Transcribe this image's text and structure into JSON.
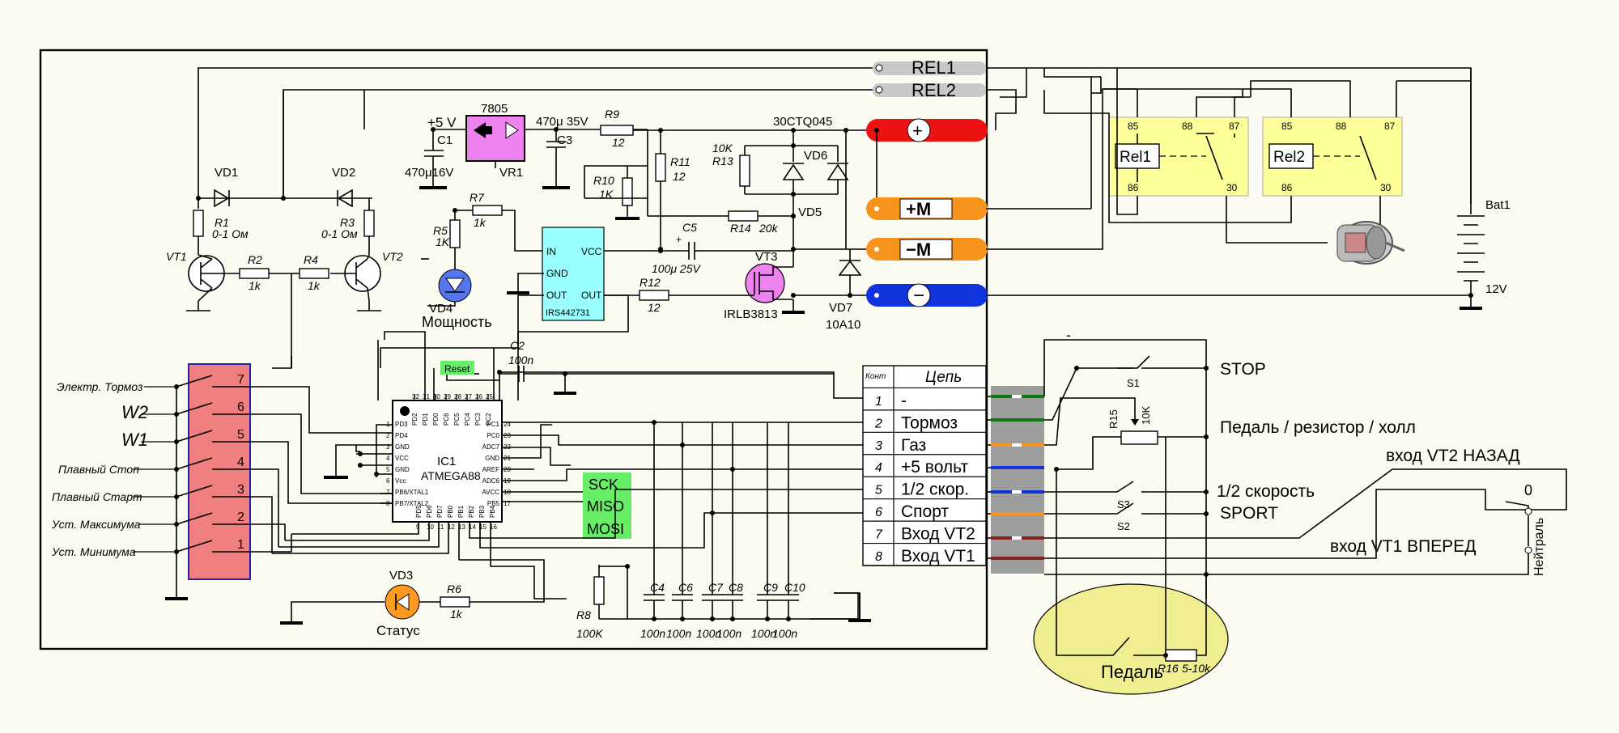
{
  "components": {
    "rel1_label": "REL1",
    "rel2_label": "REL2",
    "plus": "+",
    "plus_m": "+M",
    "minus_m": "−M",
    "minus": "−",
    "vd1": "VD1",
    "vd2": "VD2",
    "vt1": "VT1",
    "vt2": "VT2",
    "r1": "R1",
    "r1_val": "0-1 Ом",
    "r3": "R3",
    "r3_val": "0-1 Ом",
    "r2": "R2",
    "r2_val": "1k",
    "r4": "R4",
    "r4_val": "1k",
    "plus5v": "+5 V",
    "c1": "C1",
    "c1_val": "470μ16V",
    "reg_name": "7805",
    "vr1": "VR1",
    "c3_val": "470μ 35V",
    "c3": "C3",
    "r9": "R9",
    "r9_val": "12",
    "r11": "R11",
    "r11_val": "12",
    "diode_name": "30CTQ045",
    "r13": "R13",
    "r13_val": "10K",
    "vd6": "VD6",
    "vd5": "VD5",
    "r10": "R10",
    "r10_val": "1K",
    "r7": "R7",
    "r7_val": "1k",
    "r5": "R5",
    "r5_val": "1K",
    "drv_in": "IN",
    "drv_vcc": "VCC",
    "drv_gnd": "GND",
    "drv_out1": "OUT",
    "drv_out2": "OUT",
    "drv_name": "IRS442731",
    "c5": "C5",
    "c5_val": "100μ 25V",
    "r14": "R14",
    "r14_val": "20k",
    "vt3": "VT3",
    "vt3_name": "IRLB3813",
    "r12": "R12",
    "r12_val": "12",
    "vd7": "VD7",
    "vd7_val": "10A10",
    "vd4": "VD4",
    "vd4_label": "Мощность",
    "c2": "C2",
    "c2_val": "100n",
    "reset": "Reset",
    "ic1": "IC1",
    "ic1_name": "ATMEGA88",
    "sck": "SCK",
    "miso": "MISO",
    "mosi": "MOSI",
    "vd3": "VD3",
    "vd3_label": "Статус",
    "r6": "R6",
    "r6_val": "1k",
    "r8": "R8",
    "r8_val": "100K",
    "c4": "C4",
    "c6": "C6",
    "c7": "C7",
    "c8": "C8",
    "c9": "C9",
    "c10": "C10",
    "cap_val": "100n",
    "rel1": "Rel1",
    "rel2": "Rel2",
    "pin85": "85",
    "pin86": "86",
    "pin87": "87",
    "pin88": "88",
    "pin30": "30",
    "bat": "Bat1",
    "bat_v": "12V"
  },
  "ic_pins": {
    "top": [
      "PD2",
      "PD1",
      "PD0",
      "PC6",
      "PC5",
      "PC4",
      "PC3",
      "PC2"
    ],
    "top_nums": [
      "32",
      "31",
      "30",
      "29",
      "28",
      "27",
      "26",
      "25"
    ],
    "left": [
      "PD3",
      "PD4",
      "GND",
      "VCC",
      "GND",
      "Vcc",
      "PB6/XTAL1",
      "PB7/XTAL2"
    ],
    "left_nums": [
      "1",
      "2",
      "3",
      "4",
      "5",
      "6",
      "7",
      "8"
    ],
    "right": [
      "PC1",
      "PC0",
      "ADC7",
      "GND",
      "AREF",
      "ADC6",
      "AVCC",
      "PB5"
    ],
    "right_nums": [
      "24",
      "23",
      "22",
      "21",
      "20",
      "19",
      "18",
      "17"
    ],
    "bottom": [
      "PD5",
      "PD6",
      "PD7",
      "PB0",
      "PB1",
      "PB2",
      "PB3",
      "PB4"
    ],
    "bottom_nums": [
      "9",
      "10",
      "11",
      "12",
      "13",
      "14",
      "15",
      "16"
    ]
  },
  "connector_left": {
    "pins": [
      "7",
      "6",
      "5",
      "4",
      "3",
      "2",
      "1"
    ],
    "labels": [
      "Электр. Тормоз",
      "W2",
      "W1",
      "Плавный Стоп",
      "Плавный Старт",
      "Уст. Максимума",
      "Уст. Минимума"
    ]
  },
  "contact_table": {
    "header_num": "Конт",
    "header_name": "Цепь",
    "rows": [
      {
        "num": "1",
        "name": "-"
      },
      {
        "num": "2",
        "name": "Тормоз"
      },
      {
        "num": "3",
        "name": "Газ"
      },
      {
        "num": "4",
        "name": "+5 вольт"
      },
      {
        "num": "5",
        "name": "1/2 скор."
      },
      {
        "num": "6",
        "name": "Спорт"
      },
      {
        "num": "7",
        "name": "Вход VT2"
      },
      {
        "num": "8",
        "name": "Вход VT1"
      }
    ]
  },
  "external": {
    "minus": "-",
    "stop": "STOP",
    "s1": "S1",
    "r15": "R15",
    "r15_val": "10K",
    "pedal_resistor": "Педаль / резистор / холл",
    "half_speed": "1/2 скорость",
    "s3": "S3",
    "sport": "SPORT",
    "s2": "S2",
    "vt2_back": "вход VT2  НАЗАД",
    "vt1_fwd": "вход VT1 ВПЕРЕД",
    "zero": "0",
    "neutral": "Нейтраль",
    "pedal": "Педаль",
    "r16": "R16",
    "r16_val": "5-10k"
  },
  "colors": {
    "red_bus": "#ee1111",
    "orange_bus": "#f7941d",
    "blue_bus": "#1133dd",
    "reg_fill": "#ee82ee",
    "driver_fill": "#99ffff",
    "relay_fill": "#ffff99",
    "connector_fill": "#f08080",
    "prog_fill": "#66ee66",
    "pedal_fill": "#f0ee90",
    "vd4_fill": "#5577ee",
    "vd3_fill": "#ff9922"
  }
}
